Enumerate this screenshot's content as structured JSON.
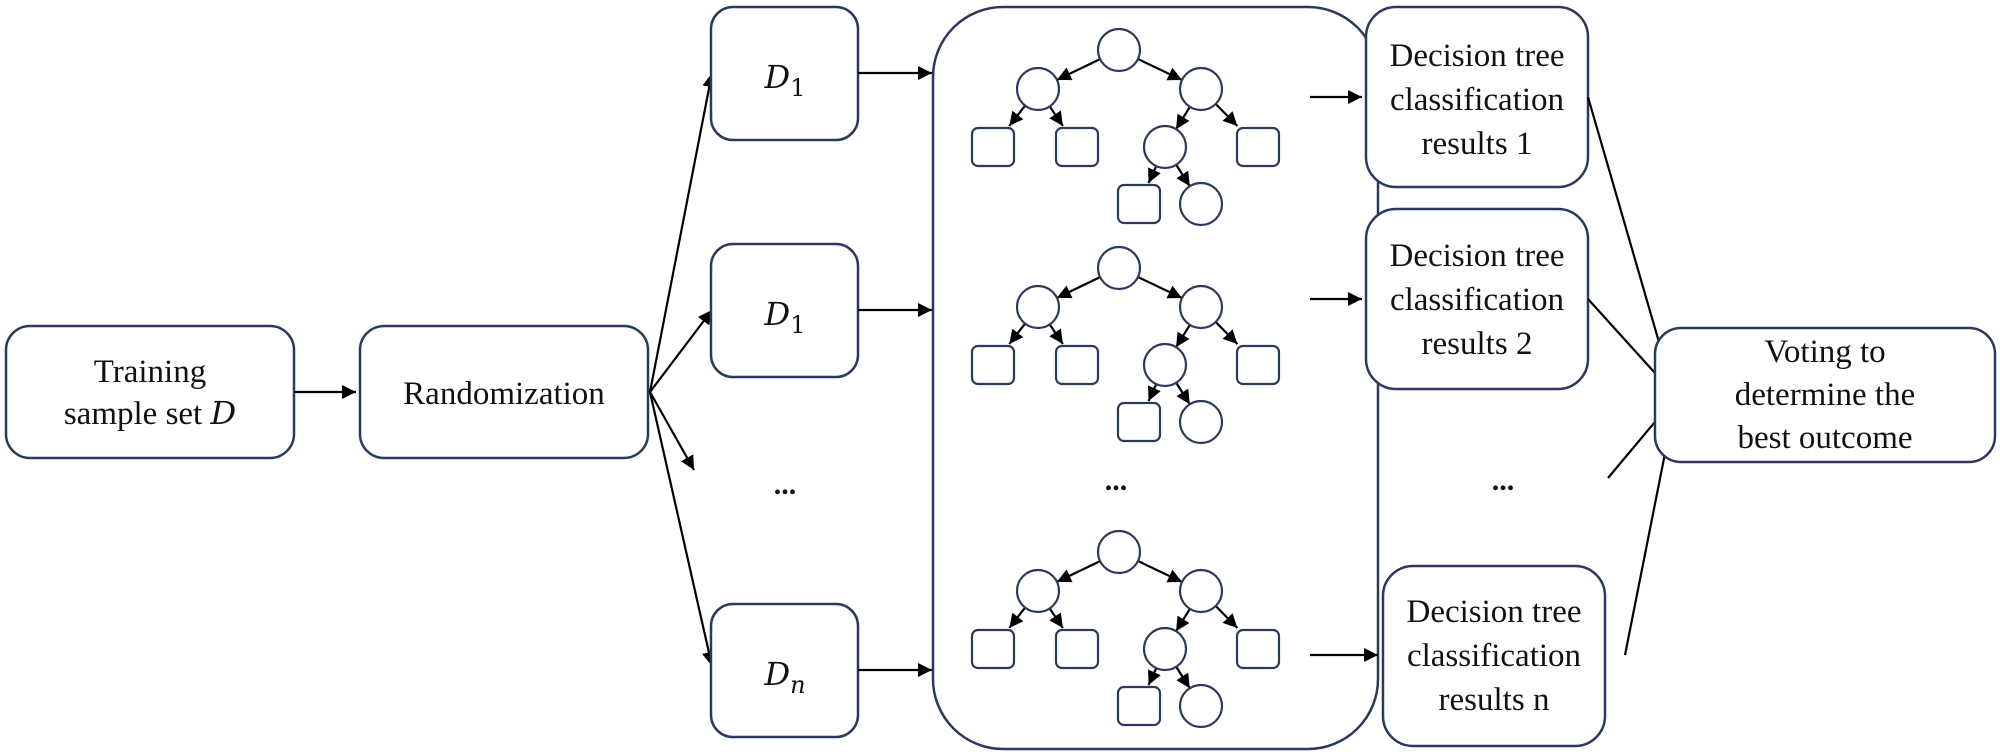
{
  "diagram": {
    "title": "Random forest classification workflow",
    "input": {
      "line1": "Training",
      "line2": "sample set ",
      "var": "D"
    },
    "randomize": {
      "label": "Randomization"
    },
    "subsets": [
      {
        "var": "D",
        "sub": "1"
      },
      {
        "var": "D",
        "sub": "1"
      },
      {
        "ellipsis": "..."
      },
      {
        "var": "D",
        "sub": "n"
      }
    ],
    "forest": {
      "ellipsis": "..."
    },
    "results": [
      {
        "line1": "Decision tree",
        "line2": "classification",
        "line3": "results 1"
      },
      {
        "line1": "Decision tree",
        "line2": "classification",
        "line3": "results 2"
      },
      {
        "ellipsis": "..."
      },
      {
        "line1": "Decision tree",
        "line2": "classification",
        "line3": "results n"
      }
    ],
    "voting": {
      "line1": "Voting to",
      "line2": "determine the",
      "line3": "best outcome"
    },
    "colors": {
      "box_stroke": "#2b3a5c",
      "arrow": "#000000",
      "text": "#111111"
    }
  }
}
